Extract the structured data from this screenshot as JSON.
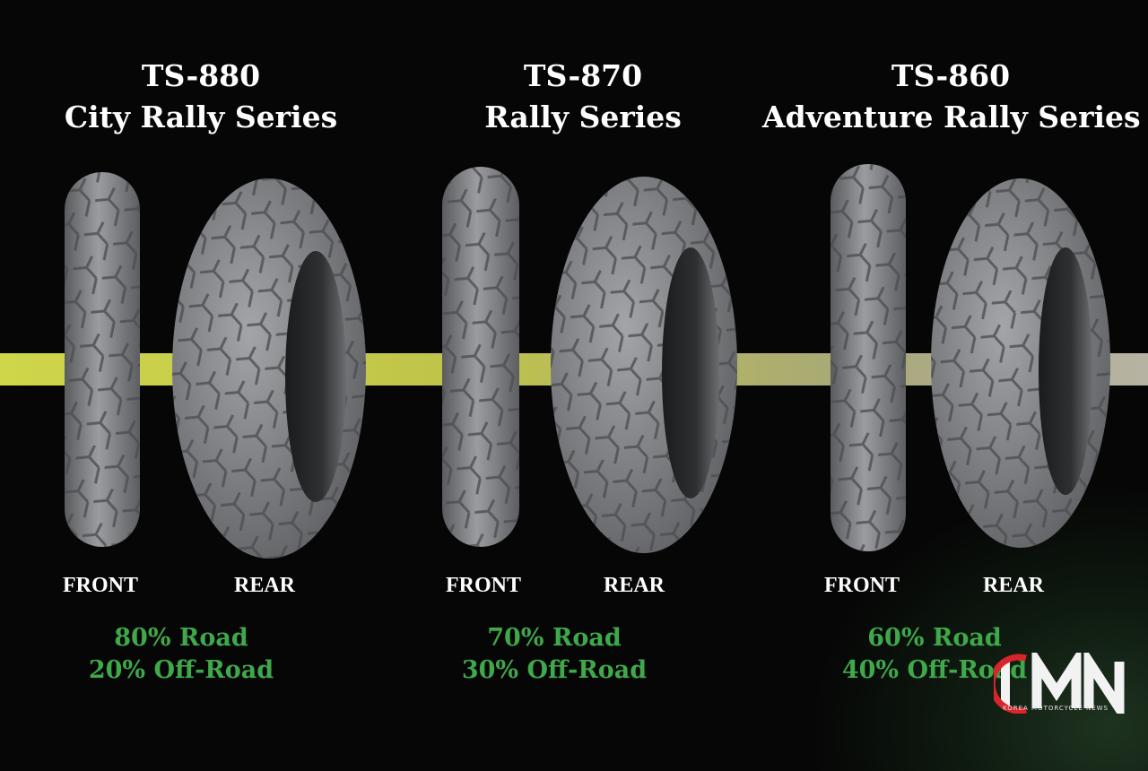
{
  "series": [
    {
      "model": "TS-880",
      "name": "City Rally Series",
      "front_label": "FRONT",
      "rear_label": "REAR",
      "road": "80% Road",
      "offroad": "20% Off-Road"
    },
    {
      "model": "TS-870",
      "name": "Rally Series",
      "front_label": "FRONT",
      "rear_label": "REAR",
      "road": "70% Road",
      "offroad": "30% Off-Road"
    },
    {
      "model": "TS-860",
      "name": "Adventure Rally Series",
      "front_label": "FRONT",
      "rear_label": "REAR",
      "road": "60% Road",
      "offroad": "40% Off-Road"
    }
  ],
  "logo": {
    "mark": "KMN",
    "subtitle": "KOREA MOTORCYCLE NEWS"
  },
  "colors": {
    "background": "#060606",
    "stripe": "#c8ce4c",
    "ratio_text": "#3fa84a",
    "tire": "#8a8c8f"
  }
}
